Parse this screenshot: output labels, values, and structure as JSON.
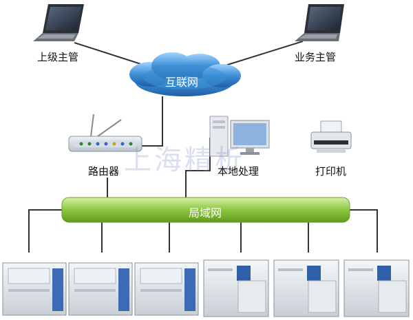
{
  "nodes": {
    "supervisor_upper": "上级主管",
    "supervisor_business": "业务主管",
    "internet": "互联网",
    "router": "路由器",
    "local_processing": "本地处理",
    "printer": "打印机",
    "lan": "局域网"
  },
  "watermark": "上海精析",
  "colors": {
    "cloud": "#3d8fd6",
    "lan_bar": "#8dc63f",
    "line": "#333333"
  },
  "instrument_count": 6
}
